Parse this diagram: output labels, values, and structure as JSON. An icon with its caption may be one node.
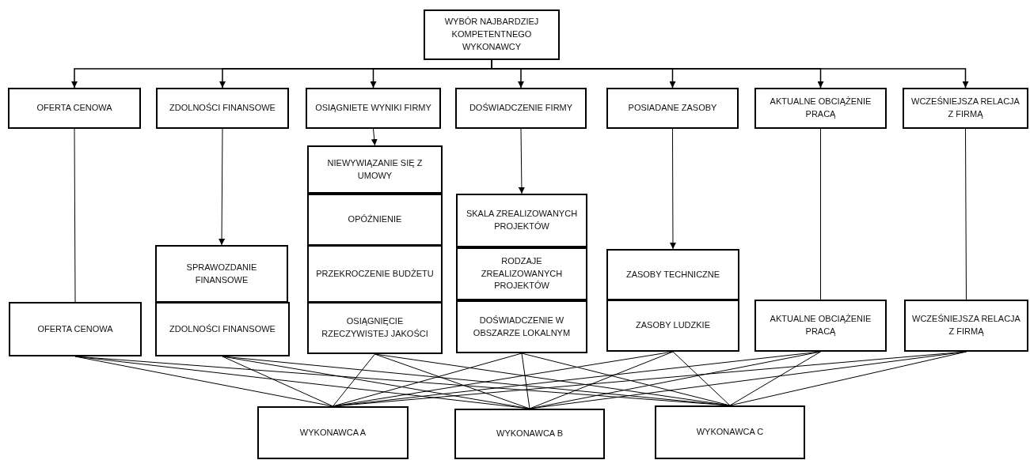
{
  "diagram": {
    "nodes": [
      {
        "text": [
          "WYBÓR NAJBARDZIEJ KOMPETENTNEGO WYKONAWCY"
        ]
      },
      {
        "text": [
          "OFERTA CENOWA"
        ]
      },
      {
        "text": [
          "ZDOLNOŚCI FINANSOWE"
        ]
      },
      {
        "text": [
          "OSIĄGNIETE WYNIKI FIRMY"
        ]
      },
      {
        "text": [
          "DOŚWIADCZENIE FIRMY"
        ]
      },
      {
        "text": [
          "POSIADANE ZASOBY"
        ]
      },
      {
        "text": [
          "AKTUALNE OBCIĄŻENIE PRACĄ"
        ]
      },
      {
        "text": [
          "WCZEŚNIEJSZA RELACJA Z FIRMĄ"
        ]
      },
      {
        "text": [
          "OFERTA CENOWA"
        ]
      },
      {
        "text": [
          "SPRAWOZDANIE FINANSOWE"
        ]
      },
      {
        "text": [
          "ZDOLNOŚCI FINANSOWE"
        ]
      },
      {
        "text": [
          "NIEWYWIĄZANIE SIĘ Z UMOWY"
        ]
      },
      {
        "text": [
          "OPÓŹNIENIE"
        ]
      },
      {
        "text": [
          "PRZEKROCZENIE BUDŻETU"
        ]
      },
      {
        "text": [
          "OSIĄGNIĘCIE RZECZYWISTEJ JAKOŚCI"
        ]
      },
      {
        "text": [
          "SKALA ZREALIZOWANYCH PROJEKTÓW"
        ]
      },
      {
        "text": [
          "RODZAJE ZREALIZOWANYCH PROJEKTÓW"
        ]
      },
      {
        "text": [
          "DOŚWIADCZENIE W OBSZARZE LOKALNYM"
        ]
      },
      {
        "text": [
          "ZASOBY TECHNICZNE"
        ]
      },
      {
        "text": [
          "ZASOBY LUDZKIE"
        ]
      },
      {
        "text": [
          "AKTUALNE OBCIĄŻENIE PRACĄ"
        ]
      },
      {
        "text": [
          "WCZEŚNIEJSZA RELACJA Z FIRMĄ"
        ]
      },
      {
        "text": [
          "WYKONAWCA A"
        ]
      },
      {
        "text": [
          "WYKONAWCA B"
        ]
      },
      {
        "text": [
          "WYKONAWCA C"
        ]
      }
    ],
    "edges": [
      {
        "from": 0,
        "to": 1,
        "arrow": "to"
      },
      {
        "from": 0,
        "to": 2,
        "arrow": "to"
      },
      {
        "from": 0,
        "to": 3,
        "arrow": "to"
      },
      {
        "from": 0,
        "to": 4,
        "arrow": "to"
      },
      {
        "from": 0,
        "to": 5,
        "arrow": "to"
      },
      {
        "from": 0,
        "to": 6,
        "arrow": "to"
      },
      {
        "from": 0,
        "to": 7,
        "arrow": "to"
      },
      {
        "from": 1,
        "to": 8,
        "arrow": "none"
      },
      {
        "from": 2,
        "to": 9,
        "arrow": "to"
      },
      {
        "from": 3,
        "to": 11,
        "arrow": "to"
      },
      {
        "from": 4,
        "to": 15,
        "arrow": "to"
      },
      {
        "from": 5,
        "to": 18,
        "arrow": "to"
      },
      {
        "from": 6,
        "to": 20,
        "arrow": "none"
      },
      {
        "from": 7,
        "to": 21,
        "arrow": "none"
      },
      {
        "from": 8,
        "to": 22,
        "arrow": "none"
      },
      {
        "from": 8,
        "to": 23,
        "arrow": "none"
      },
      {
        "from": 8,
        "to": 24,
        "arrow": "none"
      },
      {
        "from": 10,
        "to": 22,
        "arrow": "none"
      },
      {
        "from": 10,
        "to": 23,
        "arrow": "none"
      },
      {
        "from": 10,
        "to": 24,
        "arrow": "none"
      },
      {
        "from": 14,
        "to": 22,
        "arrow": "none"
      },
      {
        "from": 14,
        "to": 23,
        "arrow": "none"
      },
      {
        "from": 14,
        "to": 24,
        "arrow": "none"
      },
      {
        "from": 17,
        "to": 22,
        "arrow": "none"
      },
      {
        "from": 17,
        "to": 23,
        "arrow": "none"
      },
      {
        "from": 17,
        "to": 24,
        "arrow": "none"
      },
      {
        "from": 19,
        "to": 22,
        "arrow": "none"
      },
      {
        "from": 19,
        "to": 23,
        "arrow": "none"
      },
      {
        "from": 19,
        "to": 24,
        "arrow": "none"
      },
      {
        "from": 20,
        "to": 22,
        "arrow": "none"
      },
      {
        "from": 20,
        "to": 23,
        "arrow": "none"
      },
      {
        "from": 20,
        "to": 24,
        "arrow": "none"
      },
      {
        "from": 21,
        "to": 22,
        "arrow": "none"
      },
      {
        "from": 21,
        "to": 23,
        "arrow": "none"
      },
      {
        "from": 21,
        "to": 24,
        "arrow": "none"
      }
    ]
  }
}
